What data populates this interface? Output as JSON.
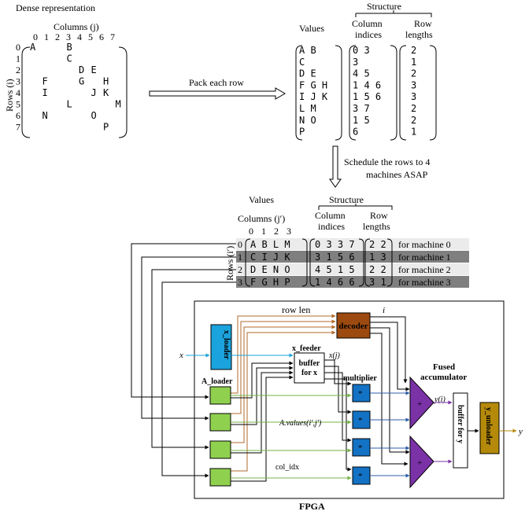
{
  "dense": {
    "title": "Dense representation",
    "columns_label": "Columns (j)",
    "col_indices": [
      "0",
      "1",
      "2",
      "3",
      "4",
      "5",
      "6",
      "7"
    ],
    "rows_label": "Rows (i)",
    "row_indices": [
      "0",
      "1",
      "2",
      "3",
      "4",
      "5",
      "6",
      "7"
    ],
    "matrix": [
      [
        "A",
        "",
        "",
        "B",
        "",
        "",
        "",
        ""
      ],
      [
        "",
        "",
        "",
        "C",
        "",
        "",
        "",
        ""
      ],
      [
        "",
        "",
        "",
        "",
        "D",
        "E",
        "",
        ""
      ],
      [
        "",
        "F",
        "",
        "",
        "G",
        "",
        "H",
        ""
      ],
      [
        "",
        "I",
        "",
        "",
        "",
        "J",
        "K",
        ""
      ],
      [
        "",
        "",
        "",
        "L",
        "",
        "",
        "",
        "M"
      ],
      [
        "",
        "N",
        "",
        "",
        "",
        "O",
        "",
        ""
      ],
      [
        "",
        "",
        "",
        "",
        "",
        "",
        "P",
        ""
      ]
    ]
  },
  "pack_label": "Pack each row",
  "packed": {
    "values_title": "Values",
    "structure_title": "Structure",
    "col_idx_title_1": "Column",
    "col_idx_title_2": "indices",
    "row_len_title_1": "Row",
    "row_len_title_2": "lengths",
    "values": [
      "A B",
      "C",
      "D E",
      "F G H",
      "I J K",
      "L M",
      "N O",
      "P"
    ],
    "col_indices": [
      "0 3",
      "3",
      "4 5",
      "1 4 6",
      "1 5 6",
      "3 7",
      "1 5",
      "6"
    ],
    "row_lengths": [
      "2",
      "1",
      "2",
      "3",
      "3",
      "2",
      "2",
      "1"
    ]
  },
  "schedule_label_1": "Schedule the rows to 4",
  "schedule_label_2": "machines ASAP",
  "scheduled": {
    "values_title": "Values",
    "structure_title": "Structure",
    "columns_label": "Columns (j′)",
    "col_indices": [
      "0",
      "1",
      "2",
      "3"
    ],
    "col_idx_title_1": "Column",
    "col_idx_title_2": "indices",
    "row_len_title_1": "Row",
    "row_len_title_2": "lengths",
    "rows_label": "Rows (i′)",
    "rows": [
      {
        "index": "0",
        "values": "A B L M",
        "col_indices": "0 3 3 7",
        "row_lengths": "2 2",
        "machine": "for machine 0"
      },
      {
        "index": "1",
        "values": "C I J K",
        "col_indices": "3 1 5 6",
        "row_lengths": "1 3",
        "machine": "for machine 1"
      },
      {
        "index": "2",
        "values": "D E N O",
        "col_indices": "4 5 1 5",
        "row_lengths": "2 2",
        "machine": "for machine 2"
      },
      {
        "index": "3",
        "values": "F G H P",
        "col_indices": "1 4 6 6",
        "row_lengths": "3 1",
        "machine": "for machine 3"
      }
    ]
  },
  "fpga": {
    "label": "FPGA",
    "row_len": "row len",
    "decoder": "decoder",
    "i_label": "i",
    "x_loader": "x_loader",
    "x_input": "x",
    "x_feeder": "x_feeder",
    "xj": "x(j)",
    "buffer_x_1": "buffer",
    "buffer_x_2": "for x",
    "multiplier": "multiplier",
    "fused_1": "Fused",
    "fused_2": "accumulator",
    "yi": "y(i)",
    "a_loader": "A_loader",
    "a_values": "A.values(i′,j′)",
    "col_idx": "col_idx",
    "buffer_y": "buffer for y",
    "y_unloader": "y_unloader",
    "y_output": "y",
    "mult_symbol": "*",
    "add_symbol": "+"
  },
  "colors": {
    "x_loader": "#1aa3dc",
    "decoder": "#9c4a10",
    "a_loader": "#8fd14f",
    "multiplier": "#1372c4",
    "accumulator": "#7a32a6",
    "y_unloader": "#b58a0a",
    "brown_wire": "#b06a2c",
    "green_wire": "#74b347",
    "blue_wire": "#2e5da8",
    "purple_wire": "#7a32a6",
    "row_shade": "#7f7f7f",
    "row_light": "#ebebeb"
  }
}
